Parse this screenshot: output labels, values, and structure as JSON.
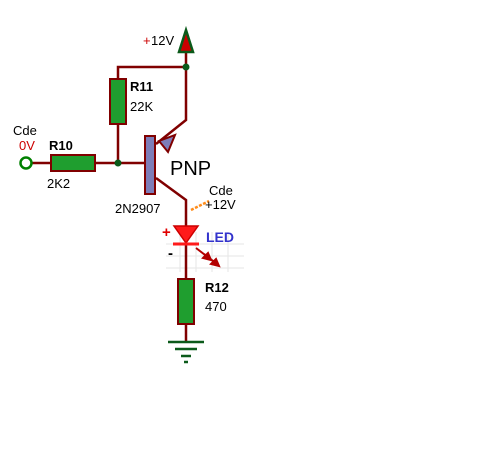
{
  "supply": {
    "label": "+12V",
    "plus_sign": "+",
    "value": "12V"
  },
  "input": {
    "label_top": "Cde",
    "label_value": "0V"
  },
  "annotations": {
    "cde": "Cde",
    "plus12": "+12V"
  },
  "components": {
    "r10": {
      "ref": "R10",
      "value": "2K2"
    },
    "r11": {
      "ref": "R11",
      "value": "22K"
    },
    "r12": {
      "ref": "R12",
      "value": "470"
    },
    "transistor": {
      "type": "PNP",
      "part": "2N2907"
    },
    "led": {
      "name": "LED",
      "plus": "+",
      "minus": "-"
    }
  },
  "colors": {
    "wire": "#800000",
    "resistor_fill": "#1f9e2f",
    "resistor_stroke": "#800000",
    "node": "#0b5a1a",
    "transistor_body": "#7d7db8",
    "led": "#ff1a1a",
    "led_text": "#3333cc",
    "polarity": "#e00000",
    "probe": "#ff8c1a",
    "terminal_green": "#008000"
  }
}
